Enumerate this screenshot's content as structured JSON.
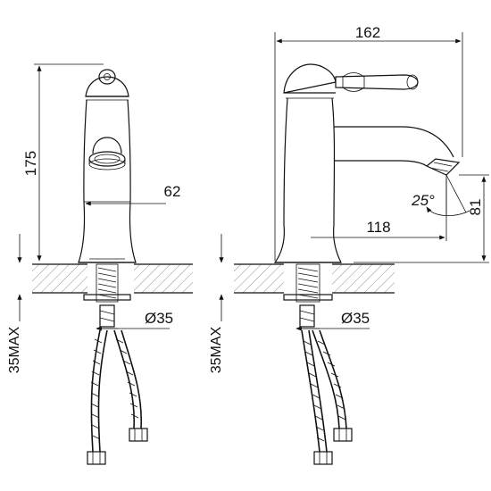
{
  "dimensions": {
    "side_height": "175",
    "side_spout_depth": "62",
    "side_hole_diameter": "Ø35",
    "side_max_counter": "35MAX",
    "front_width": "162",
    "front_spout_reach": "118",
    "front_angle": "25°",
    "front_aerator_height": "81",
    "front_hole_diameter": "Ø35",
    "front_max_counter": "35MAX"
  }
}
